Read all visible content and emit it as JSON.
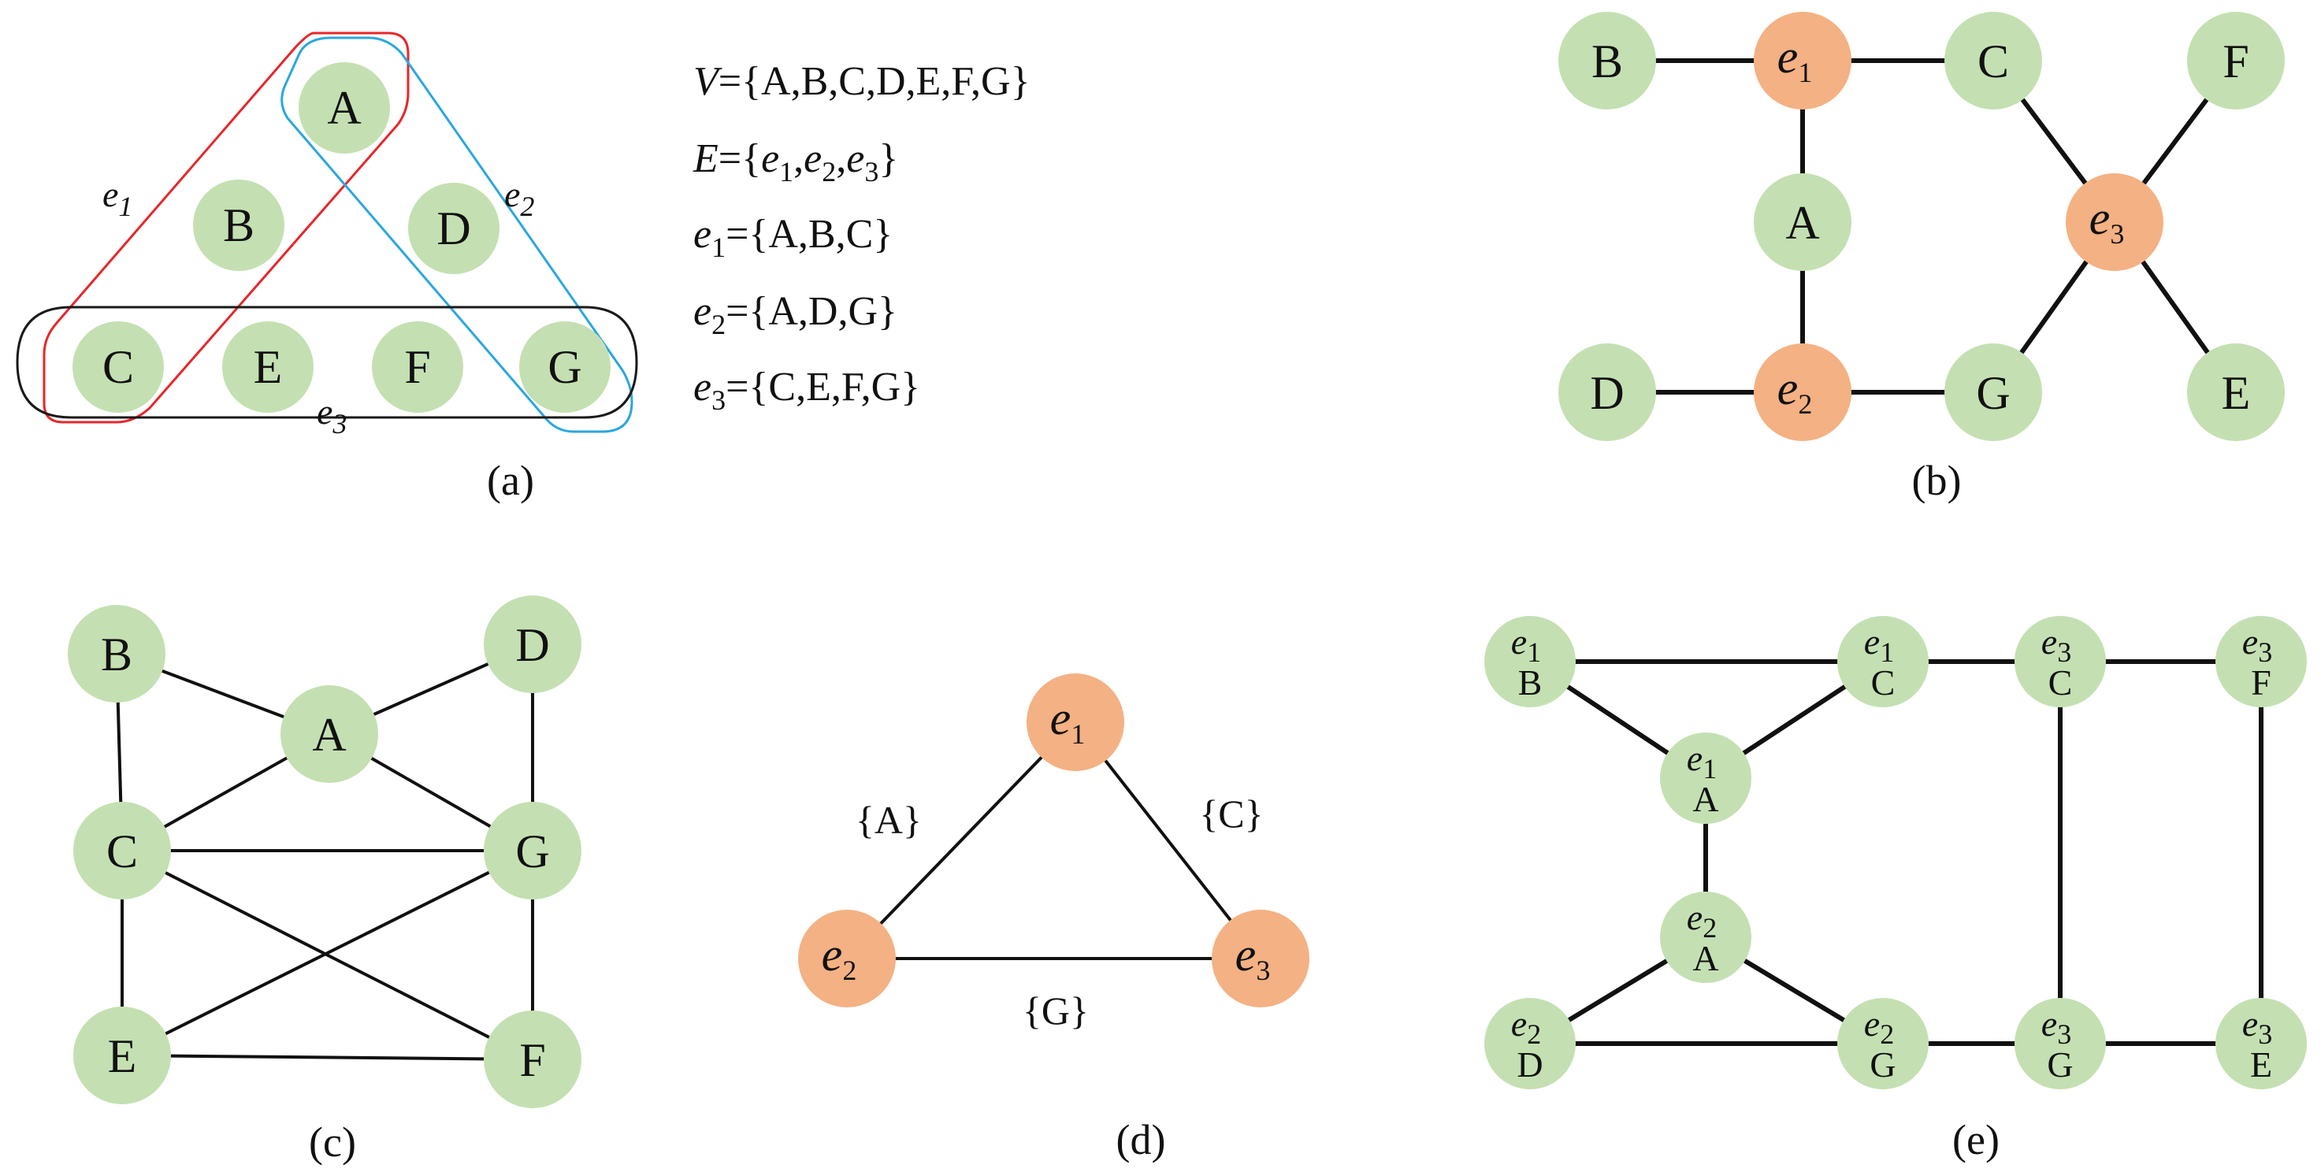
{
  "colors": {
    "vertex": "#c4e0b2",
    "hyperedge": "#f4b183",
    "edge": "#111111",
    "e1_outline": "#e8262a",
    "e2_outline": "#2aa7df",
    "e3_outline": "#1a1a1a"
  },
  "panel_a": {
    "caption": "(a)",
    "vertices": [
      "A",
      "B",
      "C",
      "D",
      "E",
      "F",
      "G"
    ],
    "hyperedge_labels": [
      {
        "base": "e",
        "sub": "1"
      },
      {
        "base": "e",
        "sub": "2"
      },
      {
        "base": "e",
        "sub": "3"
      }
    ],
    "definitions": [
      {
        "lhs": "V",
        "lhs_sub": "",
        "rhs": "={A,B,C,D,E,F,G}"
      },
      {
        "lhs": "E",
        "lhs_sub": "",
        "rhs": "={e1,e2,e3}"
      },
      {
        "lhs": "e",
        "lhs_sub": "1",
        "rhs": "={A,B,C}"
      },
      {
        "lhs": "e",
        "lhs_sub": "2",
        "rhs": "={A,D,G}"
      },
      {
        "lhs": "e",
        "lhs_sub": "3",
        "rhs": "={C,E,F,G}"
      }
    ]
  },
  "panel_b": {
    "caption": "(b)",
    "vertices": [
      "B",
      "C",
      "F",
      "A",
      "D",
      "G",
      "E"
    ],
    "hyperedges": [
      {
        "base": "e",
        "sub": "1"
      },
      {
        "base": "e",
        "sub": "2"
      },
      {
        "base": "e",
        "sub": "3"
      }
    ]
  },
  "panel_c": {
    "caption": "(c)",
    "vertices": [
      "B",
      "D",
      "A",
      "C",
      "G",
      "E",
      "F"
    ]
  },
  "panel_d": {
    "caption": "(d)",
    "nodes": [
      {
        "base": "e",
        "sub": "1"
      },
      {
        "base": "e",
        "sub": "2"
      },
      {
        "base": "e",
        "sub": "3"
      }
    ],
    "edge_labels": [
      "{A}",
      "{C}",
      "{G}"
    ]
  },
  "panel_e": {
    "caption": "(e)",
    "nodes": [
      {
        "e": "1",
        "v": "B"
      },
      {
        "e": "1",
        "v": "C"
      },
      {
        "e": "3",
        "v": "C"
      },
      {
        "e": "3",
        "v": "F"
      },
      {
        "e": "1",
        "v": "A"
      },
      {
        "e": "2",
        "v": "A"
      },
      {
        "e": "2",
        "v": "D"
      },
      {
        "e": "2",
        "v": "G"
      },
      {
        "e": "3",
        "v": "G"
      },
      {
        "e": "3",
        "v": "E"
      }
    ]
  }
}
